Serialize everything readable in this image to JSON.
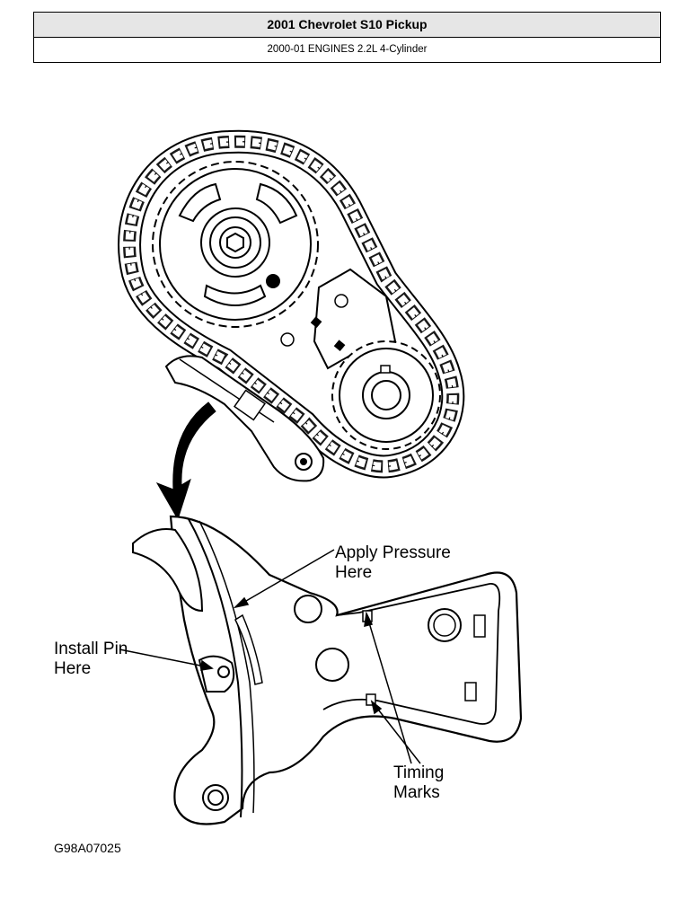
{
  "header": {
    "title": "2001 Chevrolet S10 Pickup",
    "subtitle": "2000-01 ENGINES 2.2L 4-Cylinder"
  },
  "labels": {
    "apply_pressure": "Apply Pressure\nHere",
    "install_pin": "Install Pin\nHere",
    "timing_marks": "Timing\nMarks"
  },
  "figure_id": "G98A07025"
}
